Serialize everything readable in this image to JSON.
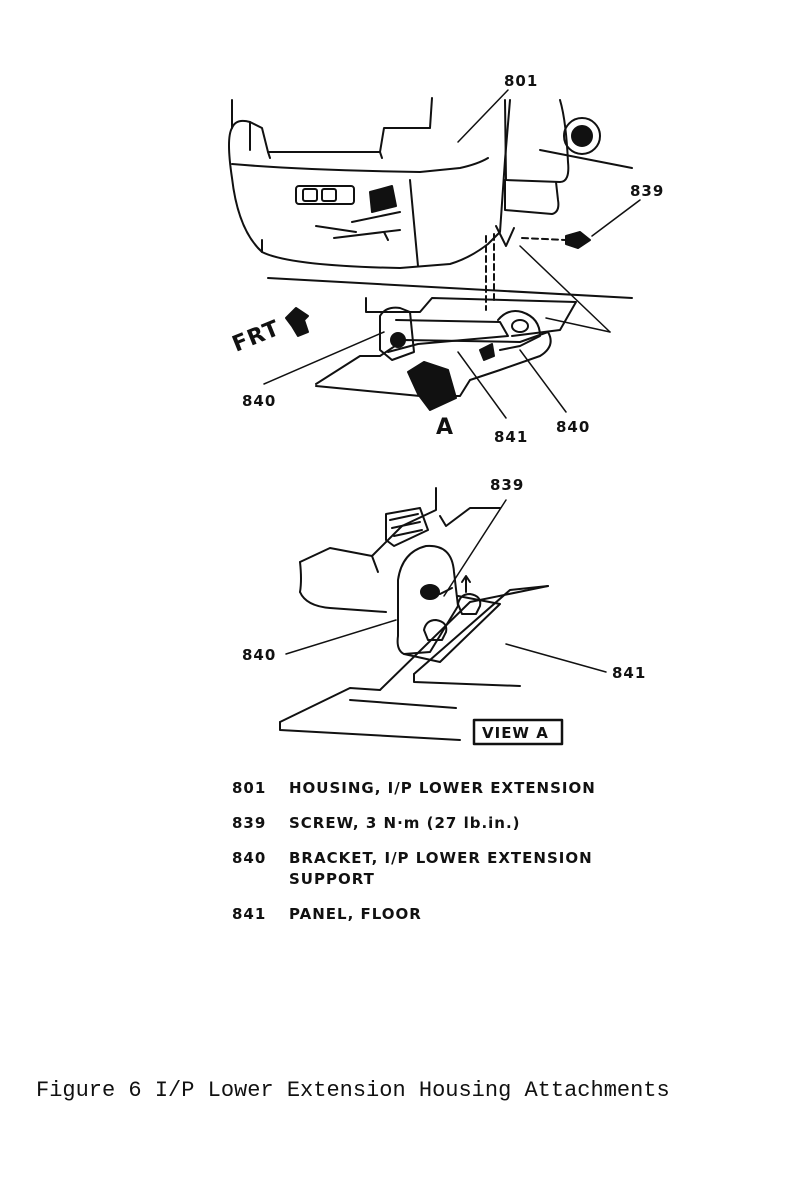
{
  "diagram": {
    "callouts": {
      "housing": "801",
      "screw_top": "839",
      "bracket_left": "840",
      "bracket_right": "840",
      "panel_top": "841",
      "view_letter": "A",
      "front": "FRT",
      "screw_view": "839",
      "bracket_view": "840",
      "panel_view": "841",
      "view_box": "VIEW A"
    }
  },
  "legend": {
    "items": [
      {
        "num": "801",
        "desc": "HOUSING, I/P LOWER EXTENSION"
      },
      {
        "num": "839",
        "desc": "SCREW, 3 N·m (27 lb.in.)"
      },
      {
        "num": "840",
        "desc": "BRACKET, I/P LOWER EXTENSION SUPPORT"
      },
      {
        "num": "841",
        "desc": "PANEL, FLOOR"
      }
    ]
  },
  "caption": "Figure 6 I/P Lower Extension Housing Attachments"
}
